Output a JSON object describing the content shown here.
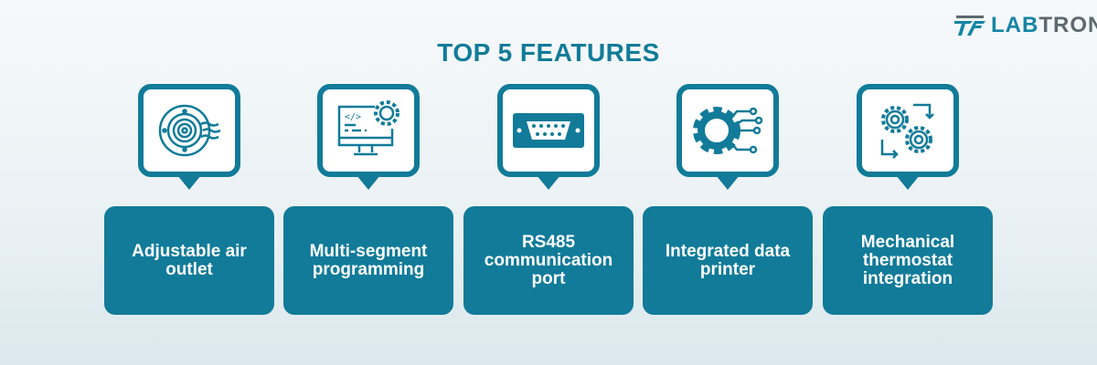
{
  "logo": {
    "part1": "LAB",
    "part2": "TRON"
  },
  "title": "TOP 5 FEATURES",
  "features": [
    {
      "label": "Adjustable air outlet",
      "icon": "air-outlet-icon"
    },
    {
      "label": "Multi-segment programming",
      "icon": "programming-monitor-icon"
    },
    {
      "label": "RS485 communication port",
      "icon": "serial-port-icon"
    },
    {
      "label": "Integrated data printer",
      "icon": "gear-circuit-icon"
    },
    {
      "label": "Mechanical thermostat integration",
      "icon": "gears-cycle-icon"
    }
  ],
  "colors": {
    "accent": "#117b99",
    "logo_gray": "#5d6970"
  }
}
